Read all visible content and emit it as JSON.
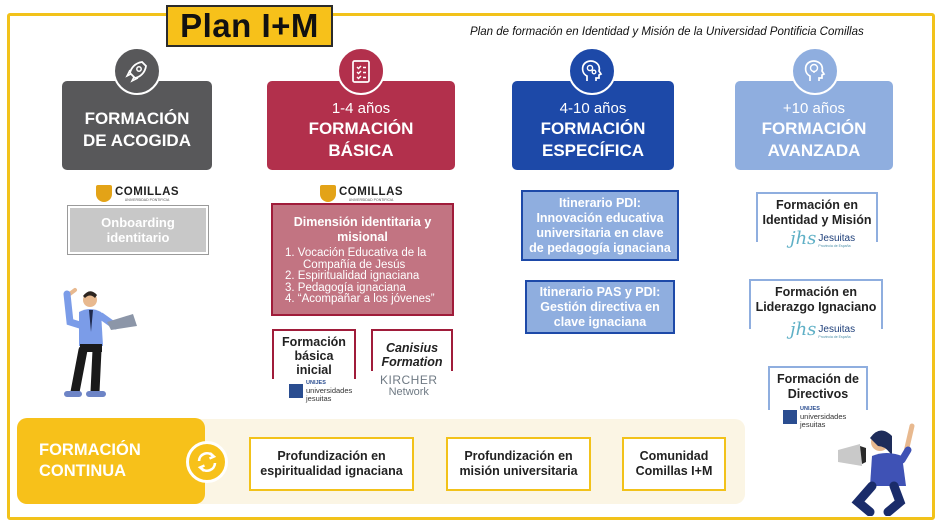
{
  "header": {
    "title": "Plan I+M",
    "subtitle": "Plan de formación en Identidad y Misión de la Universidad Pontificia Comillas"
  },
  "colors": {
    "yellow": "#f7c11a",
    "gray": "#58585a",
    "crimson": "#b2304c",
    "blue": "#1d49a8",
    "light_blue": "#8faedf",
    "pink_box": "#c27482"
  },
  "stages": [
    {
      "icon": "rocket-icon",
      "years": "",
      "line1": "FORMACIÓN",
      "line2": "DE ACOGIDA"
    },
    {
      "icon": "checklist-icon",
      "years": "1-4 años",
      "line1": "FORMACIÓN",
      "line2": "BÁSICA"
    },
    {
      "icon": "head-gears-icon",
      "years": "4-10 años",
      "line1": "FORMACIÓN",
      "line2": "ESPECÍFICA"
    },
    {
      "icon": "lightbulb-head-icon",
      "years": "+10 años",
      "line1": "FORMACIÓN",
      "line2": "AVANZADA"
    }
  ],
  "logos": {
    "comillas": "COMILLAS",
    "comillas_sub": "UNIVERSIDAD PONTIFICIA",
    "jesuitas": "Jesuitas",
    "jesuitas_sub": "Provincia de España",
    "jesuitas_mark": "jhs",
    "unijes_1": "UNIJES",
    "unijes_2": "universidades",
    "unijes_3": "jesuitas",
    "kircher_1": "KIRCHER",
    "kircher_2": "Network"
  },
  "acogida": {
    "onboarding_1": "Onboarding",
    "onboarding_2": "identitario"
  },
  "basica": {
    "dim_1": "Dimensión identitaria y",
    "dim_2": "misional",
    "items": [
      "1.  Vocación Educativa de la",
      "Compañía de Jesús",
      "2.  Espiritualidad ignaciana",
      "3.  Pedagogía ignaciana",
      "4.  “Acompañar a los jóvenes”"
    ],
    "inicial_1": "Formación",
    "inicial_2": "básica",
    "inicial_3": "inicial",
    "canisius_1": "Canisius",
    "canisius_2": "Formation"
  },
  "especifica": {
    "pdi_1": "Itinerario PDI:",
    "pdi_2": "Innovación educativa",
    "pdi_3": "universitaria en clave",
    "pdi_4": "de pedagogía ignaciana",
    "pas_1": "Itinerario PAS y PDI:",
    "pas_2": "Gestión directiva en",
    "pas_3": "clave ignaciana"
  },
  "avanzada": {
    "im_1": "Formación en",
    "im_2": "Identidad y Misión",
    "li_1": "Formación en",
    "li_2": "Liderazgo Ignaciano",
    "dir_1": "Formación de",
    "dir_2": "Directivos"
  },
  "continua": {
    "title_1": "FORMACIÓN",
    "title_2": "CONTINUA",
    "icon": "refresh-arrows-icon",
    "box1_1": "Profundización en",
    "box1_2": "espiritualidad ignaciana",
    "box2_1": "Profundización en",
    "box2_2": "misión universitaria",
    "box3_1": "Comunidad",
    "box3_2": "Comillas I+M"
  }
}
